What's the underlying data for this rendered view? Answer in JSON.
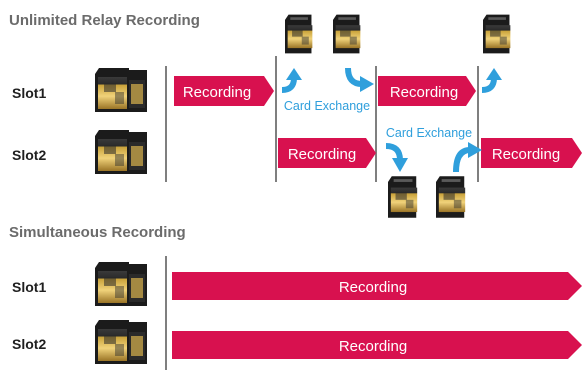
{
  "relay": {
    "title": "Unlimited Relay Recording",
    "slot1_label": "Slot1",
    "slot2_label": "Slot2",
    "recording_label": "Recording",
    "card_exchange_label": "Card Exchange"
  },
  "simultaneous": {
    "title": "Simultaneous Recording",
    "slot1_label": "Slot1",
    "slot2_label": "Slot2",
    "recording_label": "Recording"
  },
  "colors": {
    "recording_arrow": "#d8114f",
    "exchange_arrow": "#2f9fdc",
    "exchange_text": "#2f9fdc",
    "divider": "#7f7f7f"
  }
}
